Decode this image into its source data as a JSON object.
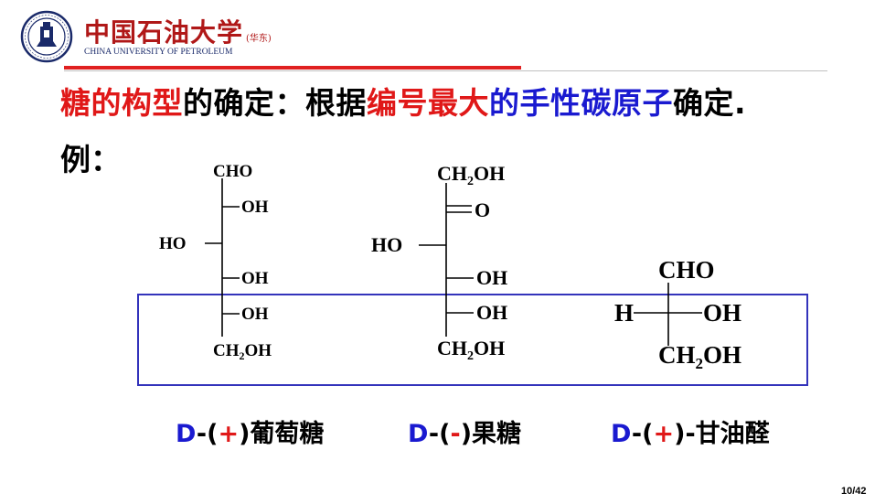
{
  "header": {
    "logo_cn": "中国石油大学",
    "logo_cn_sub": "(华东)",
    "logo_en": "CHINA UNIVERSITY OF PETROLEUM"
  },
  "heading": {
    "parts": [
      {
        "text": "糖的构型",
        "color": "#e01818"
      },
      {
        "text": "的确定：根据",
        "color": "#000000"
      },
      {
        "text": "编号最大",
        "color": "#e01818"
      },
      {
        "text": "的手性碳原子",
        "color": "#1a1ad0"
      },
      {
        "text": "确定.",
        "color": "#000000"
      }
    ]
  },
  "example_label": "例：",
  "glucose": {
    "top": "CHO",
    "row1_right": "OH",
    "row2_left": "HO",
    "row3_right": "OH",
    "row4_right": "OH",
    "bottom_prefix": "CH",
    "bottom_sub": "2",
    "bottom_suffix": "OH"
  },
  "fructose": {
    "top_prefix": "CH",
    "top_sub": "2",
    "top_suffix": "OH",
    "row1_right": "O",
    "row2_left": "HO",
    "row3_right": "OH",
    "row4_right": "OH",
    "bottom_prefix": "CH",
    "bottom_sub": "2",
    "bottom_suffix": "OH"
  },
  "glyceraldehyde": {
    "top": "CHO",
    "left": "H",
    "right": "OH",
    "bottom_prefix": "CH",
    "bottom_sub": "2",
    "bottom_suffix": "OH"
  },
  "captions": [
    {
      "d": "D",
      "open": "-(",
      "sign": "+",
      "close": ")",
      "dash": "",
      "name": "葡萄糖"
    },
    {
      "d": "D",
      "open": "-(",
      "sign": "-",
      "close": ")",
      "dash": "",
      "name": "果糖"
    },
    {
      "d": "D",
      "open": "-(",
      "sign": "+",
      "close": ")",
      "dash": "-",
      "name": "甘油醛"
    }
  ],
  "page_number": "10/42",
  "colors": {
    "red": "#e01818",
    "blue": "#1a1ad0",
    "box": "#3333bb",
    "divider": "#e02020"
  }
}
